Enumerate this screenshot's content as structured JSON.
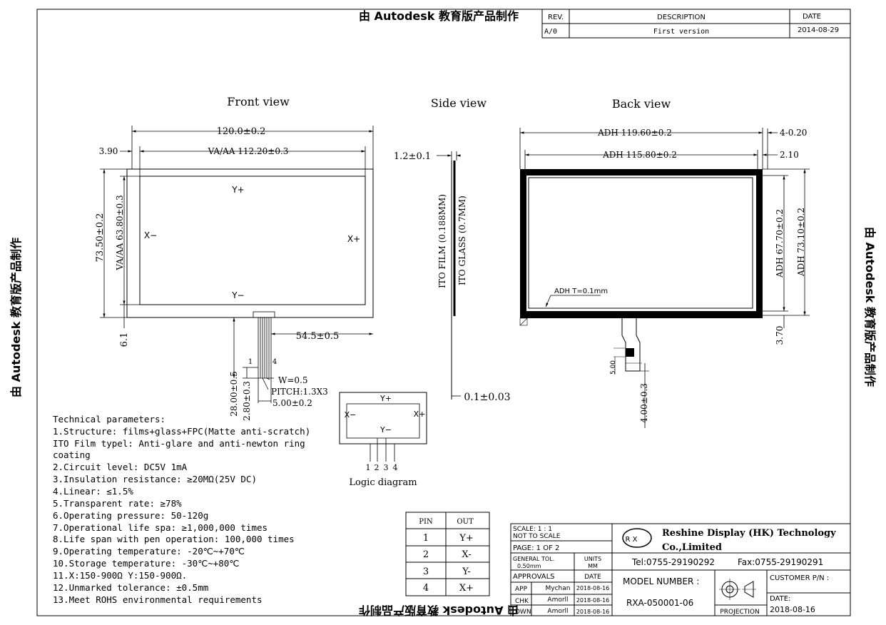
{
  "watermark": "由 Autodesk 教育版产品制作",
  "revision_table": {
    "headers": [
      "REV.",
      "DESCRIPTION",
      "DATE"
    ],
    "row": [
      "A/0",
      "First version",
      "2014-08-29"
    ]
  },
  "views": {
    "front": {
      "title": "Front view",
      "dims": {
        "width": "120.0±0.2",
        "va_width": "VA/AA 112.20±0.3",
        "left_offset": "3.90",
        "height": "73.50±0.2",
        "va_height": "VA/AA 63.80±0.3",
        "fpc_offset": "54.5±0.5",
        "bottom": "6.1",
        "tail_length": "28.00±0.5",
        "tail_a": "2.80±0.3",
        "pin_w": "W=0.5",
        "pitch": "PITCH:1.3X3",
        "tail_width": "5.00±0.2",
        "pin_1": "1",
        "pin_4": "4"
      },
      "labels": {
        "yp": "Y+",
        "ym": "Y−",
        "xm": "X−",
        "xp": "X+"
      }
    },
    "side": {
      "title": "Side view",
      "dims": {
        "top": "1.2±0.1",
        "bottom": "0.1±0.03"
      },
      "labels": {
        "film": "ITO FILM (0.188MM)",
        "glass": "ITO GLASS (0.7MM)"
      }
    },
    "back": {
      "title": "Back view",
      "dims": {
        "adh_outer": "ADH 119.60±0.2",
        "adh_outer_r": "4-0.20",
        "adh_inner": "ADH 115.80±0.2",
        "adh_inner_r": "2.10",
        "adh_h1": "ADH 67.70±0.2",
        "adh_h2": "ADH 73.10±0.2",
        "adh_t": "ADH T=0.1mm",
        "bottom_r": "3.70",
        "tail_a": "5.00",
        "tail_b": "4.00±0.3"
      }
    }
  },
  "logic": {
    "title": "Logic diagram",
    "labels": {
      "yp": "Y+",
      "ym": "Y−",
      "xm": "X−",
      "xp": "X+"
    },
    "pins": [
      "1",
      "2",
      "3",
      "4"
    ]
  },
  "tech": {
    "title": "Technical parameters:",
    "lines": [
      "1.Structure: films+glass+FPC(Matte anti-scratch)",
      "ITO Film typel: Anti-glare and anti-newton ring",
      "coating",
      "2.Circuit level: DC5V 1mA",
      "3.Insulation resistance: ≥20MΩ(25V DC)",
      "4.Linear: ≤1.5%",
      "5.Transparent rate: ≥78%",
      "6.Operating pressure: 50-120g",
      "7.Operational life spa: ≥1,000,000 times",
      "8.Life span with pen operation: 100,000 times",
      "9.Operating temperature: -20℃~+70℃",
      "10.Storage temperature: -30℃~+80℃",
      "11.X:150-900Ω  Y:150-900Ω.",
      "12.Unmarked tolerance: ±0.5mm",
      "13.Meet ROHS environmental requirements"
    ]
  },
  "pin_table": {
    "headers": [
      "PIN",
      "OUT"
    ],
    "rows": [
      [
        "1",
        "Y+"
      ],
      [
        "2",
        "X-"
      ],
      [
        "3",
        "Y-"
      ],
      [
        "4",
        "X+"
      ]
    ]
  },
  "title_block": {
    "scale": "SCALE: 1 : 1",
    "not_to_scale": "NOT TO SCALE",
    "page": "PAGE: 1 OF 2",
    "general_tol": "GENERAL TOL.",
    "tol_value": "0.50mm",
    "units": "UNITS",
    "units_value": "MM",
    "approvals": "APPROVALS",
    "date": "DATE",
    "approvals_rows": [
      [
        "APP",
        "Mychan",
        "2018-08-16"
      ],
      [
        "CHK",
        "Amorll",
        "2018-08-16"
      ],
      [
        "DWN",
        "Amorll",
        "2018-08-16"
      ]
    ],
    "logo": "R X",
    "company_1": "Reshine Display (HK) Technology",
    "company_2": "Co.,Limited",
    "tel": "Tel:0755-29190292",
    "fax": "Fax:0755-29190291",
    "model_label": "MODEL NUMBER :",
    "model": "RXA-050001-06",
    "customer_pn": "CUSTOMER P/N :",
    "date_label": "DATE:",
    "date_value": "2018-08-16",
    "projection": "PROJECTION"
  }
}
